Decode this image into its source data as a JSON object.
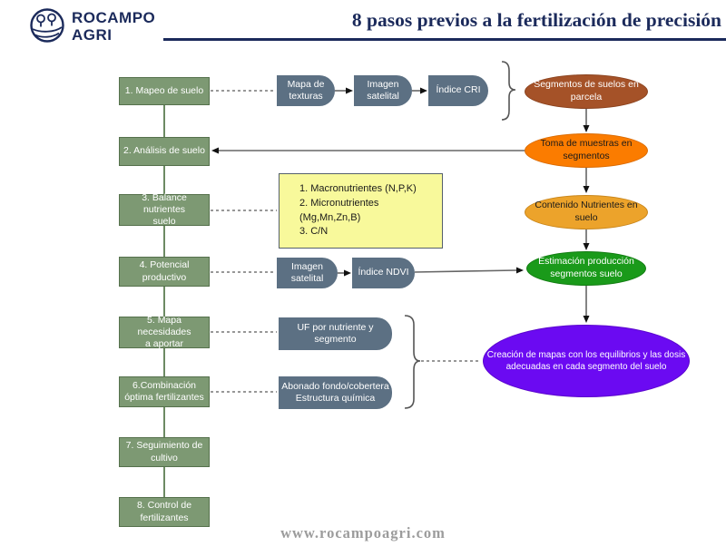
{
  "header": {
    "logo_line1": "ROCAMPO",
    "logo_line2": "AGRI",
    "title": "8 pasos previos a la fertilización de precisión"
  },
  "steps": [
    {
      "label": "1. Mapeo de suelo"
    },
    {
      "label": "2. Análisis de suelo"
    },
    {
      "label": "3. Balance nutrientes\nsuelo"
    },
    {
      "label": "4. Potencial\nproductivo"
    },
    {
      "label": "5. Mapa necesidades\na aportar"
    },
    {
      "label": "6.Combinación\nóptima fertilizantes"
    },
    {
      "label": "7. Seguimiento de\ncultivo"
    },
    {
      "label": "8. Control de\nfertilizantes"
    }
  ],
  "process_boxes": [
    {
      "label": "Mapa de\ntexturas"
    },
    {
      "label": "Imagen\nsatelital"
    },
    {
      "label": "Índice CRI"
    },
    {
      "label": "Imagen\nsatelital"
    },
    {
      "label": "Índice NDVI"
    },
    {
      "label": "UF por nutriente y\nsegmento"
    },
    {
      "label": "Abonado fondo/cobertera\nEstructura química"
    }
  ],
  "note_box": {
    "line1": "1. Macronutrientes (N,P,K)",
    "line2": "2. Micronutrientes (Mg,Mn,Zn,B)",
    "line3": "3. C/N"
  },
  "ellipses": [
    {
      "label": "Segmentos de suelos en\nparcela",
      "color": "#a55228"
    },
    {
      "label": "Toma de muestras en\nsegmentos",
      "color": "#fb7c00"
    },
    {
      "label": "Contenido Nutrientes en\nsuelo",
      "color": "#eca32b"
    },
    {
      "label": "Estimación producción\nsegmentos suelo",
      "color": "#1a9a1a"
    },
    {
      "label": "Creación de mapas con los equilibrios y las dosis\nadecuadas en cada segmento del suelo",
      "color": "#6b0af2"
    }
  ],
  "footer": {
    "url": "www.rocampoagri.com"
  },
  "colors": {
    "navy": "#1b2a5b",
    "step_fill": "#7d9973",
    "step_border": "#55714c",
    "process_fill": "#5c7083",
    "note_fill": "#f8f99b",
    "connector_gray": "#666666",
    "spine_green": "#6c8a63",
    "footer_gray": "#9c9c9c"
  }
}
